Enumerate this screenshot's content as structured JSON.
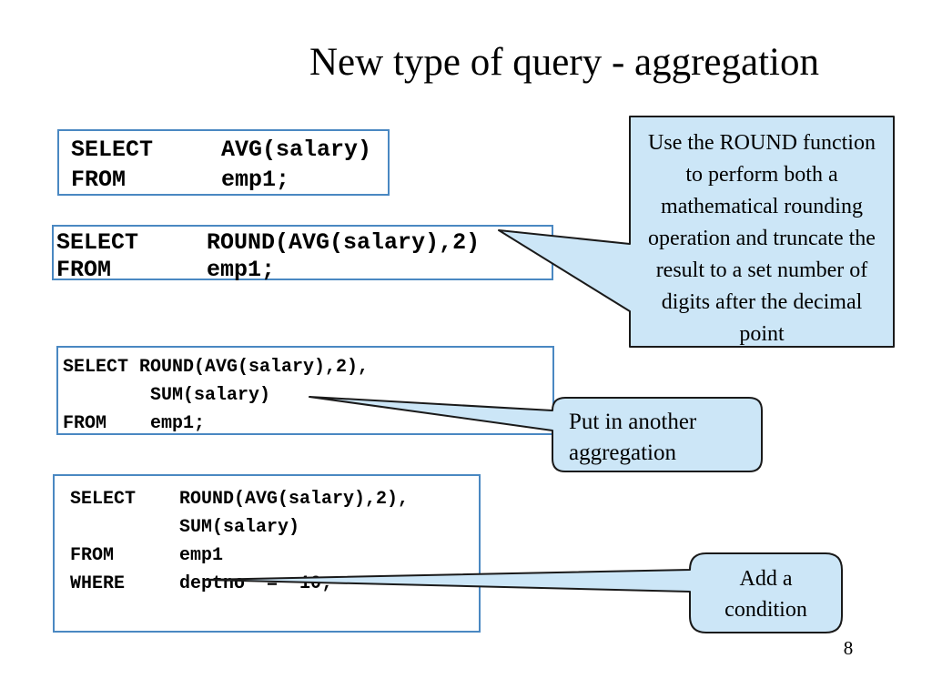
{
  "slide": {
    "title": "New type of query - aggregation",
    "page_number": "8"
  },
  "code_boxes": [
    {
      "lines": [
        "SELECT     AVG(salary)",
        "FROM       emp1;"
      ]
    },
    {
      "lines": [
        "SELECT     ROUND(AVG(salary),2)",
        "FROM       emp1;"
      ]
    },
    {
      "lines": [
        "SELECT ROUND(AVG(salary),2),",
        "        SUM(salary)",
        "FROM    emp1;"
      ]
    },
    {
      "lines": [
        "SELECT    ROUND(AVG(salary),2),",
        "          SUM(salary)",
        "FROM      emp1",
        "WHERE     deptno  =  10;"
      ]
    }
  ],
  "callouts": [
    {
      "lines": [
        "Use the ROUND function",
        "to perform both a",
        "mathematical rounding",
        "operation and truncate the",
        "result to a set number of",
        "digits after the decimal",
        "point"
      ]
    },
    {
      "lines": [
        "Put in another",
        "aggregation"
      ]
    },
    {
      "lines": [
        "Add a",
        "condition"
      ]
    }
  ],
  "colors": {
    "callout_fill": "#cce6f7",
    "callout_border": "#1a1a1a",
    "code_box_border": "#4a88c2",
    "text": "#000000"
  }
}
